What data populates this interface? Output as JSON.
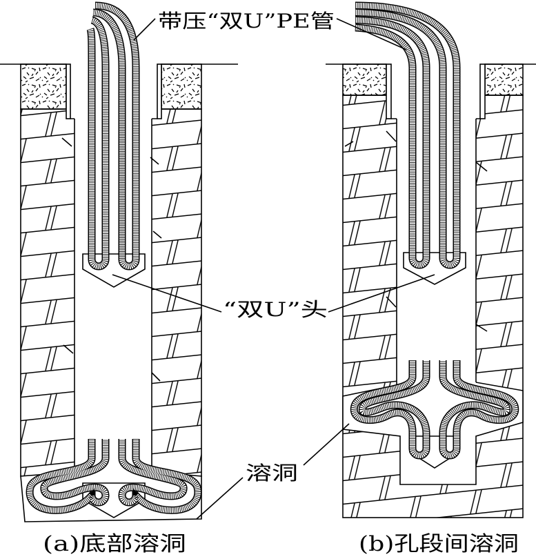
{
  "labels": {
    "pipe": "带压“双U”PE管",
    "head": "“双U”头",
    "cave": "溶洞",
    "caption_a": "(a)底部溶洞",
    "caption_b": "(b)孔段间溶洞"
  }
}
